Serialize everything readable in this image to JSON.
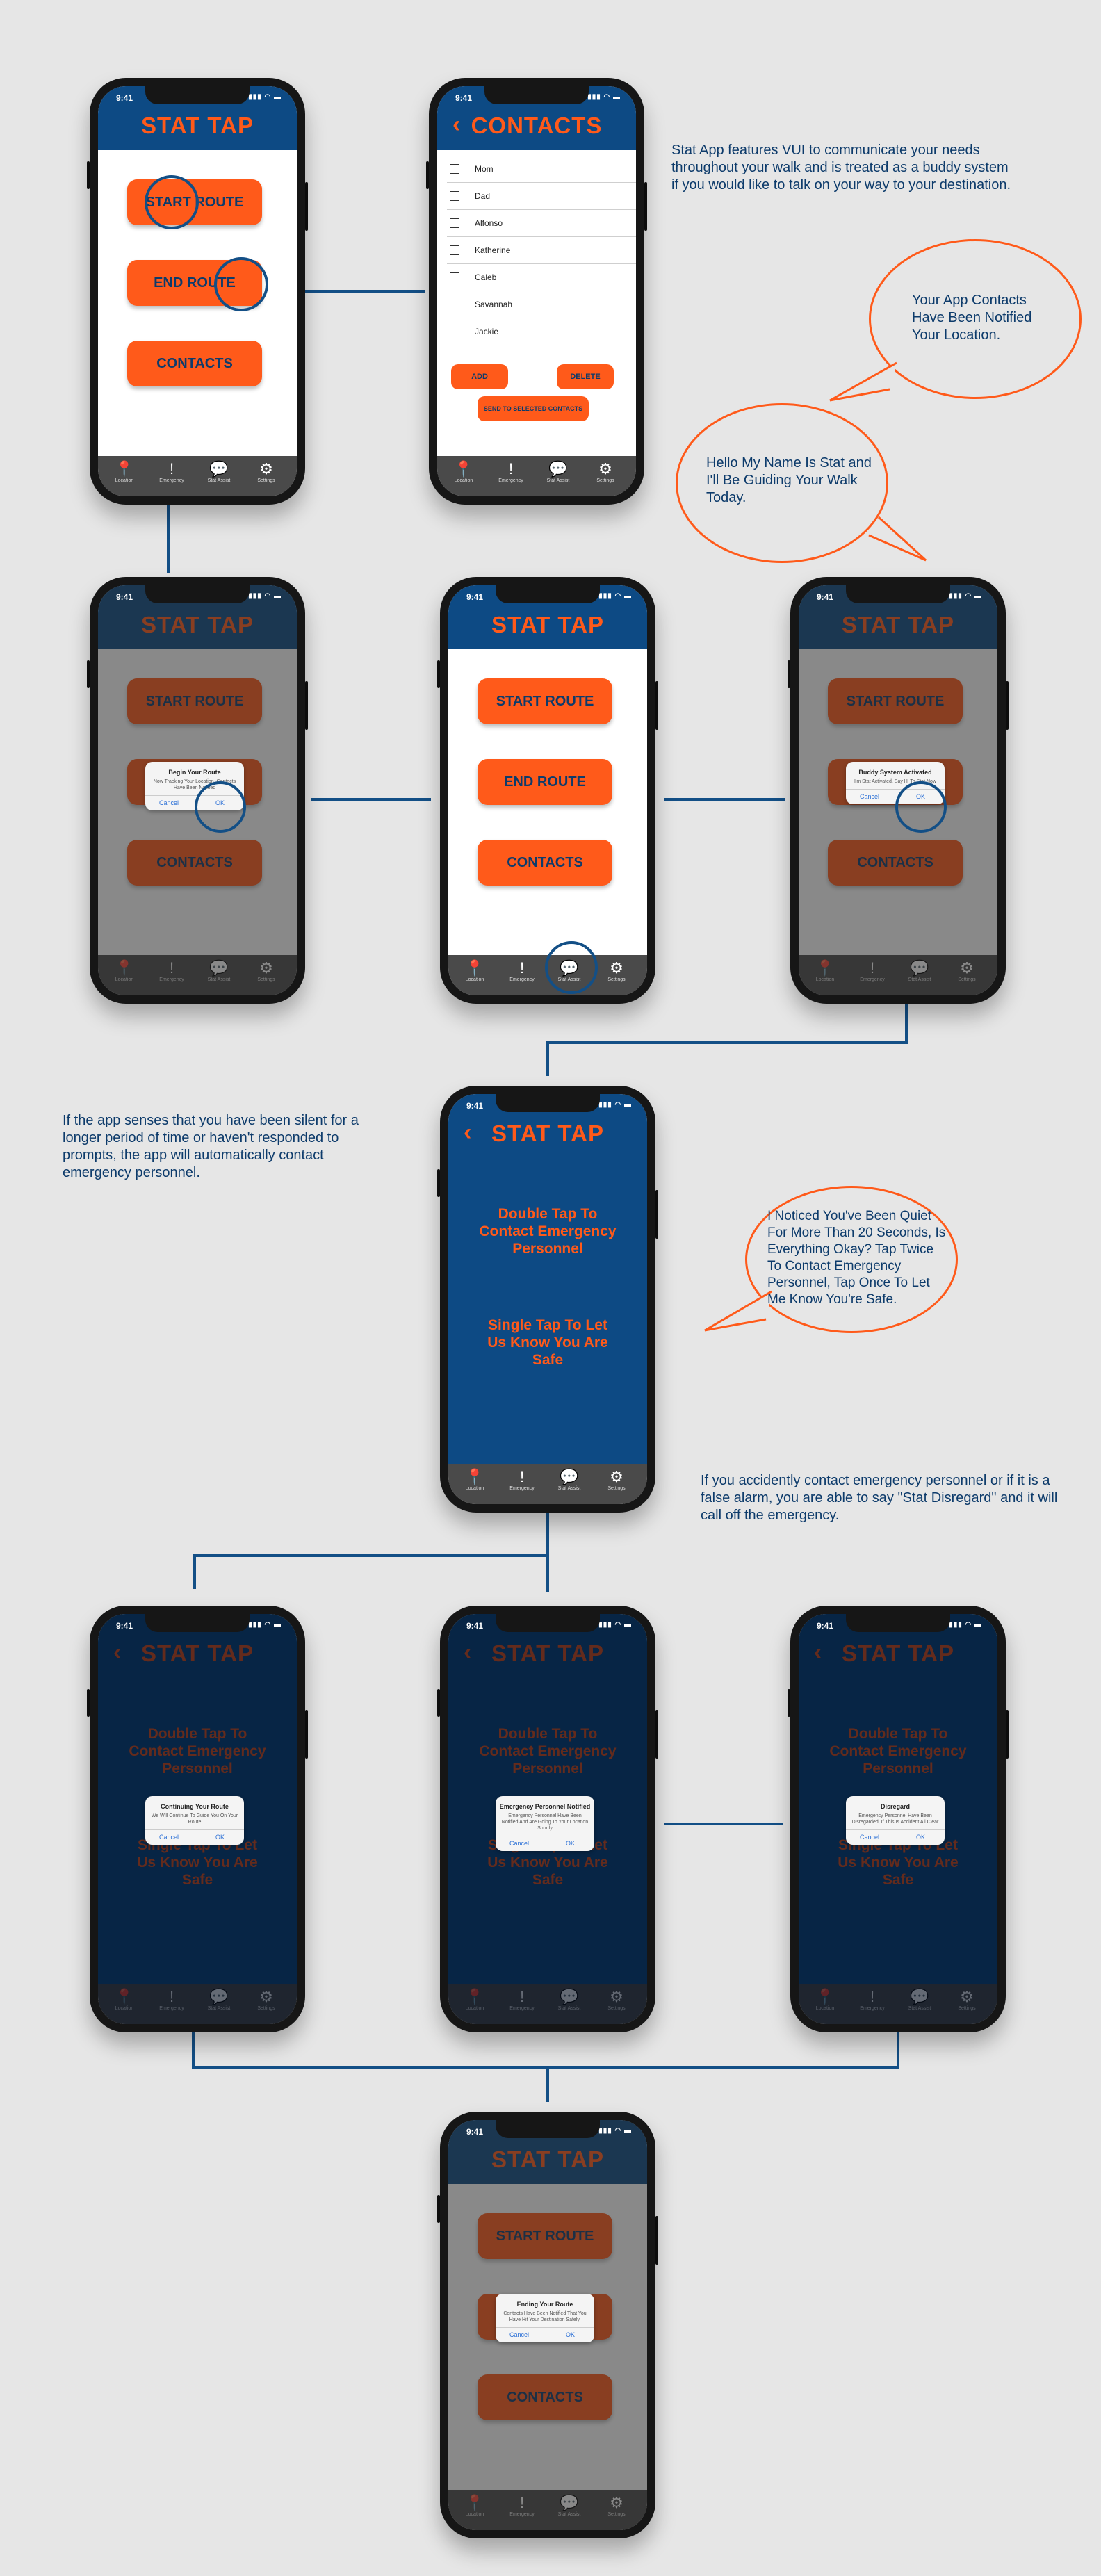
{
  "status": {
    "time": "9:41",
    "signal": "▮▮▮ ◠ ▬"
  },
  "app_title": "STAT TAP",
  "contacts_title": "CONTACTS",
  "buttons": {
    "start_route": "START ROUTE",
    "end_route": "END ROUTE",
    "contacts": "CONTACTS"
  },
  "tabs": [
    {
      "icon": "map-pin-icon",
      "glyph": "📍",
      "label": "Location"
    },
    {
      "icon": "alert-icon",
      "glyph": "!",
      "label": "Emergency"
    },
    {
      "icon": "chat-icon",
      "glyph": "💬",
      "label": "Stat Assist"
    },
    {
      "icon": "gear-icon",
      "glyph": "⚙",
      "label": "Settings"
    }
  ],
  "contacts": {
    "names": [
      "Mom",
      "Dad",
      "Alfonso",
      "Katherine",
      "Caleb",
      "Savannah",
      "Jackie"
    ],
    "add": "ADD",
    "delete": "DELETE",
    "send": "SEND TO SELECTED CONTACTS"
  },
  "alerts": {
    "begin": {
      "title": "Begin Your Route",
      "message": "Now Tracking Your Location, Contacts Have Been Notified",
      "cancel": "Cancel",
      "ok": "OK"
    },
    "buddy": {
      "title": "Buddy System Activated",
      "message": "I'm Stat Activated, Say Hi To Stat Now",
      "cancel": "Cancel",
      "ok": "OK"
    },
    "continuing": {
      "title": "Continuing Your Route",
      "message": "We Will Continue To Guide You On Your Route",
      "cancel": "Cancel",
      "ok": "OK"
    },
    "emergency": {
      "title": "Emergency Personnel Notified",
      "message": "Emergency Personnel Have Been Notified And Are Going To Your Location Shortly",
      "cancel": "Cancel",
      "ok": "OK"
    },
    "disregard": {
      "title": "Disregard",
      "message": "Emergency Personnel Have Been Disregarded, If This Is Accident All Clear",
      "cancel": "Cancel",
      "ok": "OK"
    },
    "ending": {
      "title": "Ending Your Route",
      "message": "Contacts Have Been Notified That You Have Hit Your Destination Safely.",
      "cancel": "Cancel",
      "ok": "OK"
    }
  },
  "emergency_screen": {
    "double_tap": "Double Tap To Contact Emergency Personnel",
    "single_tap": "Single Tap To Let Us Know You Are Safe"
  },
  "notes": {
    "vui": "Stat App features VUI to communicate your needs throughout your walk and is treated as a buddy system if you would like to talk on your way to your destination.",
    "silent": "If the app senses that you have been silent for a longer period of time or haven't responded to prompts, the app will automatically contact emergency personnel.",
    "disregard": "If you accidently contact emergency personnel or if it is a false alarm, you are able to say \"Stat Disregard\" and it will call off the emergency."
  },
  "bubbles": {
    "contacts_notified": "Your App Contacts Have Been Notified Your Location.",
    "hello": "Hello My Name Is Stat and I'll Be Guiding Your Walk Today.",
    "quiet": "I Noticed You've Been Quiet For More Than 20 Seconds, Is Everything Okay? Tap Twice To Contact Emergency Personnel, Tap Once To Let Me Know You're Safe."
  },
  "colors": {
    "brand_blue": "#0d4a84",
    "accent_orange": "#ff5a1a",
    "background": "#e6e6e6",
    "connector": "#134f86"
  }
}
